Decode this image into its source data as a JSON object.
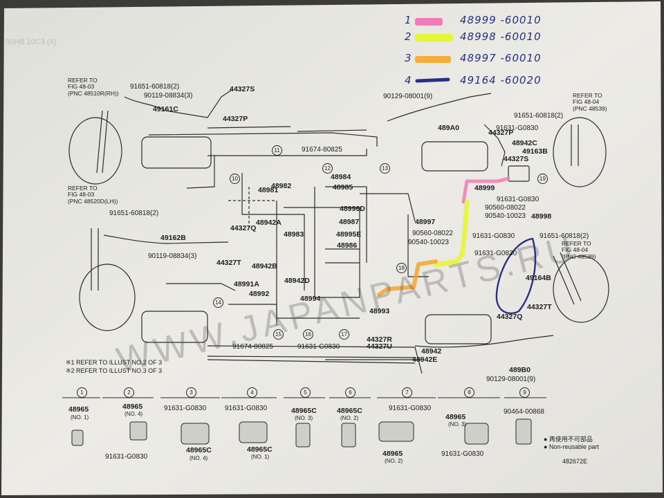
{
  "legend": [
    {
      "num": "1",
      "part": "48999 -60010",
      "color": "#f27cb5"
    },
    {
      "num": "2",
      "part": "48998 -60010",
      "color": "#e6f53a"
    },
    {
      "num": "3",
      "part": "48997 -60010",
      "color": "#f7ad3a"
    },
    {
      "num": "4",
      "part": "49164 -60020",
      "color": "#26308a"
    }
  ],
  "faded_title": "50HB 10C3 (4)",
  "watermark": "WWW.JAPANPARTS.RU",
  "refs": {
    "tl": "REFER TO\nFIG 48-03\n(PNC 48510R(RH))",
    "ml": "REFER TO\nFIG 48-03\n(PNC 48520D(LH))",
    "tr": "REFER TO\nFIG 48-04\n(PNC 48539)",
    "mr": "REFER TO\nFIG 48-04\n(PNC 48539)"
  },
  "labels": {
    "p91651a": "91651-60818(2)",
    "p90119a": "90119-08834(3)",
    "p44327S_a": "44327S",
    "p49161C": "49161C",
    "p44327P_a": "44327P",
    "p90129a": "90129-08001(9)",
    "p489A0": "489A0",
    "p91674a": "91674-80825",
    "p91651b": "91651-60818(2)",
    "p91631a": "91631-G0830",
    "p44327P_b": "44327P",
    "p48942C": "48942C",
    "p49163B": "49163B",
    "p44327S_b": "44327S",
    "p48981": "48981",
    "p48982": "48982",
    "p48984": "48984",
    "p48985": "48985",
    "p48999": "48999",
    "p91631b": "91631-G0830",
    "p90560a": "90560-08022",
    "p90540a": "90540-10023",
    "p48998": "48998",
    "p91651c": "91651-60818(2)",
    "p48942A": "48942A",
    "p44327Q_a": "44327Q",
    "p48996D": "48996D",
    "p48987": "48987",
    "p48997": "48997",
    "p49162B": "49162B",
    "p48983": "48983",
    "p48995E": "48995E",
    "p90560b": "90560-08022",
    "p90540b": "90540-10023",
    "p91631c": "91631-G0830",
    "p91651d": "91651-60818(2)",
    "p90119b": "90119-08834(3)",
    "p44327T_a": "44327T",
    "p48942B": "48942B",
    "p48986": "48986",
    "p48942D": "48942D",
    "p48991A": "48991A",
    "p48992": "48992",
    "p49164B": "49164B",
    "p48994": "48994",
    "p44327T_b": "44327T",
    "p44327Q_b": "44327Q",
    "p48993": "48993",
    "p44327R": "44327R",
    "p44327U": "44327U",
    "p48942": "48942",
    "p48942E": "48942E",
    "p91674b": "91674-80825",
    "p91631d": "91631-G0830",
    "p489B0": "489B0",
    "p90129b": "90129-08001(9)"
  },
  "notes": [
    "※1 REFER TO ILLUST NO.2 OF 3",
    "※2 REFER TO ILLUST NO.3 OF 3"
  ],
  "subassy": [
    {
      "n": "1",
      "a": "48965",
      "b": "(NO. 1)",
      "c": ""
    },
    {
      "n": "2",
      "a": "48965",
      "b": "(NO. 4)",
      "c": "91631-G0830"
    },
    {
      "n": "3",
      "a": "91631-G0830",
      "b": "48965C",
      "c": "(NO. 4)"
    },
    {
      "n": "4",
      "a": "91631-G0830",
      "b": "48965C",
      "c": "(NO. 1)"
    },
    {
      "n": "5",
      "a": "48965C",
      "b": "(NO. 3)",
      "c": ""
    },
    {
      "n": "6",
      "a": "48965C",
      "b": "(NO. 2)",
      "c": ""
    },
    {
      "n": "7",
      "a": "91631-G0830",
      "b": "48965",
      "c": "(NO. 2)"
    },
    {
      "n": "8",
      "a": "48965",
      "b": "(NO. 3)",
      "c": "91631-G0830"
    },
    {
      "n": "9",
      "a": "90464-00868",
      "b": "",
      "c": ""
    }
  ],
  "footer": {
    "jp": "● 再使用不可部品",
    "en": "● Non-reusable part",
    "code": "482672E"
  },
  "callouts": [
    "11",
    "12",
    "13",
    "14",
    "15",
    "16",
    "17",
    "18",
    "19",
    "10"
  ]
}
